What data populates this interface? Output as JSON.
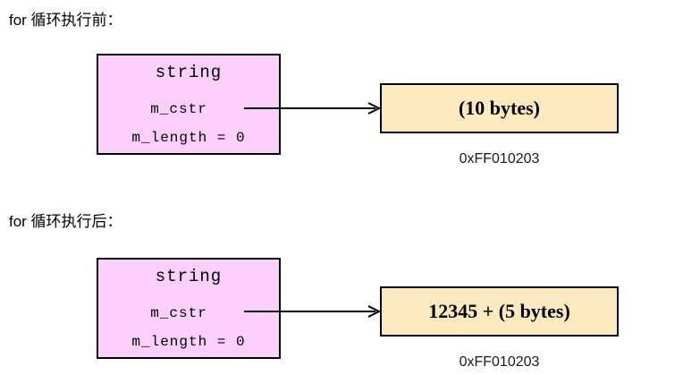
{
  "diagram": {
    "type": "memory-pointer-diagram",
    "background": "#ffffff",
    "struct_fill": "#fccffc",
    "memory_fill": "#fde9c0",
    "stroke": "#000000",
    "sections": [
      {
        "caption": "for 循环执行前：",
        "struct": {
          "title": "string",
          "pointer_field": "m_cstr",
          "length_field": "m_length = 0"
        },
        "memory": {
          "content": "(10 bytes)",
          "address": "0xFF010203"
        },
        "arrow": {
          "from": "m_cstr",
          "to": "memory-block",
          "direction": "right"
        }
      },
      {
        "caption": "for 循环执行后：",
        "struct": {
          "title": "string",
          "pointer_field": "m_cstr",
          "length_field": "m_length = 0"
        },
        "memory": {
          "content": "12345 + (5 bytes)",
          "address": "0xFF010203"
        },
        "arrow": {
          "from": "m_cstr",
          "to": "memory-block",
          "direction": "right"
        }
      }
    ]
  }
}
